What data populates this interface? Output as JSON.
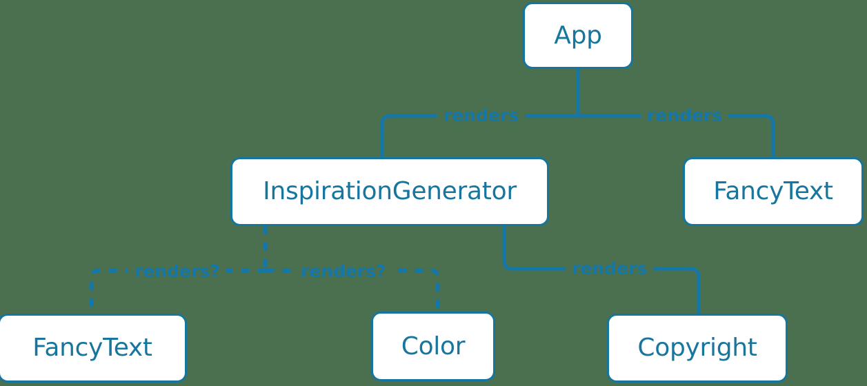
{
  "diagram": {
    "title": "React component render tree",
    "background_color": "#4a7050",
    "node_fill": "#ffffff",
    "node_border_color": "#15759c",
    "node_text_color": "#16769d",
    "edge_color": "#1477a8",
    "nodes": [
      {
        "id": "app",
        "label": "App"
      },
      {
        "id": "inspgen",
        "label": "InspirationGenerator"
      },
      {
        "id": "fancytext_right",
        "label": "FancyText"
      },
      {
        "id": "fancytext_left",
        "label": "FancyText"
      },
      {
        "id": "color",
        "label": "Color"
      },
      {
        "id": "copyright",
        "label": "Copyright"
      }
    ],
    "edges": [
      {
        "id": "app_inspgen",
        "from": "App",
        "to": "InspirationGenerator",
        "label": "renders",
        "style": "solid"
      },
      {
        "id": "app_fancytext",
        "from": "App",
        "to": "FancyText",
        "label": "renders",
        "style": "solid"
      },
      {
        "id": "inspgen_fancytext",
        "from": "InspirationGenerator",
        "to": "FancyText",
        "label": "renders?",
        "style": "dashed"
      },
      {
        "id": "inspgen_color",
        "from": "InspirationGenerator",
        "to": "Color",
        "label": "renders?",
        "style": "dashed"
      },
      {
        "id": "inspgen_copyright",
        "from": "InspirationGenerator",
        "to": "Copyright",
        "label": "renders",
        "style": "solid"
      }
    ]
  }
}
